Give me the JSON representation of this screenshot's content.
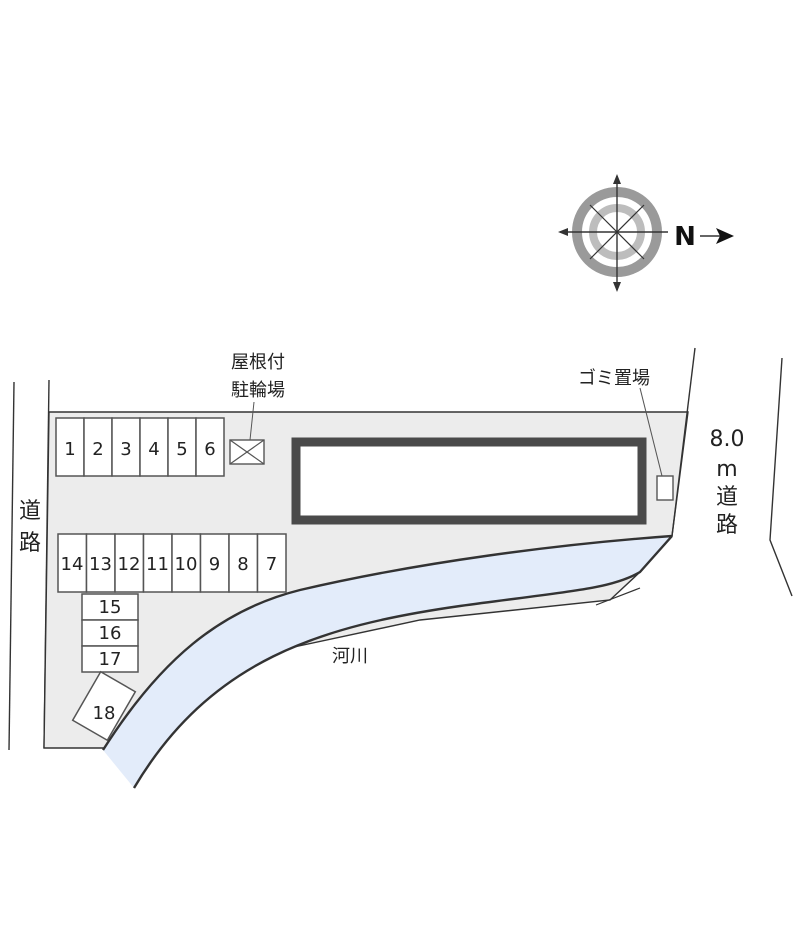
{
  "labels": {
    "road_left": [
      "道",
      "路"
    ],
    "road_right_width": "8.0",
    "road_right_unit": "m",
    "road_right": [
      "道",
      "路"
    ],
    "bike_parking": [
      "屋根付",
      "駐輪場"
    ],
    "garbage": "ゴミ置場",
    "river": "河川",
    "north": "N"
  },
  "parking": {
    "row_top": [
      "1",
      "2",
      "3",
      "4",
      "5",
      "6"
    ],
    "row_middle": [
      "14",
      "13",
      "12",
      "11",
      "10",
      "9",
      "8",
      "7"
    ],
    "column": [
      "15",
      "16",
      "17"
    ],
    "angled": "18"
  },
  "colors": {
    "river_fill": "#e3ecfa",
    "lot_fill": "#ececec",
    "building_border": "#4a4a4a",
    "line": "#333333"
  }
}
